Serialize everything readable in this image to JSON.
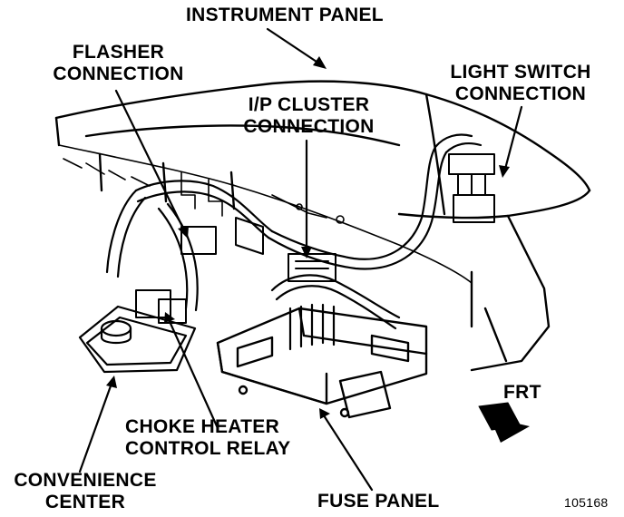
{
  "labels": {
    "instrument_panel": "INSTRUMENT PANEL",
    "flasher_line1": "FLASHER",
    "flasher_line2": "CONNECTION",
    "ip_cluster_line1": "I/P CLUSTER",
    "ip_cluster_line2": "CONNECTION",
    "light_switch_line1": "LIGHT SWITCH",
    "light_switch_line2": "CONNECTION",
    "frt": "FRT",
    "choke_line1": "CHOKE HEATER",
    "choke_line2": "CONTROL RELAY",
    "convenience_line1": "CONVENIENCE",
    "convenience_line2": "CENTER",
    "fuse_panel": "FUSE PANEL",
    "figure_number": "105168"
  },
  "colors": {
    "ink": "#000000",
    "paper": "#ffffff"
  },
  "icons": {
    "front_arrow": "arrow-down-right-icon"
  }
}
